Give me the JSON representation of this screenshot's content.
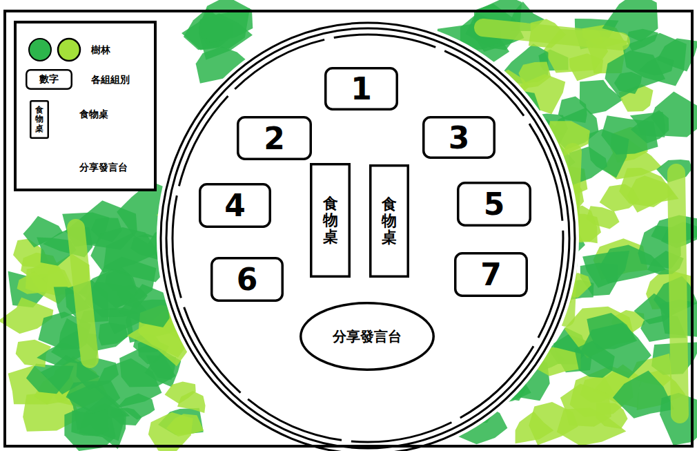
{
  "diagram": {
    "nodes": [
      {
        "text": [
          "數字"
        ]
      },
      {
        "text": [
          "食物桌"
        ]
      },
      {
        "text": [
          "1"
        ]
      },
      {
        "text": [
          "2"
        ]
      },
      {
        "text": [
          "3"
        ]
      },
      {
        "text": [
          "4"
        ]
      },
      {
        "text": [
          "食物桌"
        ]
      },
      {
        "text": [
          "食物桌"
        ]
      },
      {
        "text": [
          "5"
        ]
      },
      {
        "text": [
          "6"
        ]
      },
      {
        "text": [
          "7"
        ]
      },
      {
        "text": [
          "分享發言台"
        ]
      }
    ],
    "legend": [
      {
        "text": "樹林",
        "color": "#2db54c"
      },
      {
        "text": "各組組別"
      },
      {
        "text": "食物桌"
      },
      {
        "text": "分享發言台"
      }
    ]
  }
}
